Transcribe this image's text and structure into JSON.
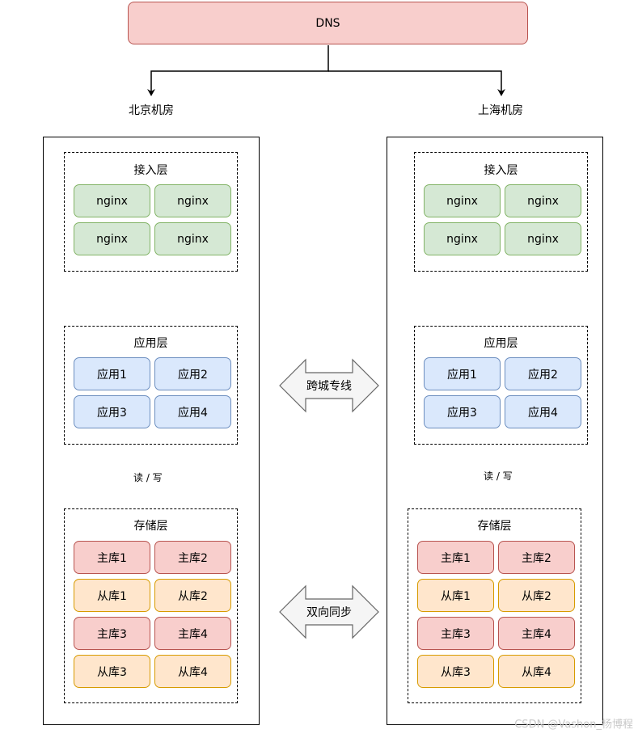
{
  "dns": {
    "label": "DNS"
  },
  "datacenters": [
    {
      "name": "北京机房",
      "access_layer": {
        "title": "接入层",
        "nodes": [
          "nginx",
          "nginx",
          "nginx",
          "nginx"
        ]
      },
      "app_layer": {
        "title": "应用层",
        "nodes": [
          "应用1",
          "应用2",
          "应用3",
          "应用4"
        ]
      },
      "rw_label": "读 / 写",
      "storage_layer": {
        "title": "存储层",
        "nodes": [
          "主库1",
          "主库2",
          "从库1",
          "从库2",
          "主库3",
          "主库4",
          "从库3",
          "从库4"
        ]
      }
    },
    {
      "name": "上海机房",
      "access_layer": {
        "title": "接入层",
        "nodes": [
          "nginx",
          "nginx",
          "nginx",
          "nginx"
        ]
      },
      "app_layer": {
        "title": "应用层",
        "nodes": [
          "应用1",
          "应用2",
          "应用3",
          "应用4"
        ]
      },
      "rw_label": "读 / 写",
      "storage_layer": {
        "title": "存储层",
        "nodes": [
          "主库1",
          "主库2",
          "从库1",
          "从库2",
          "主库3",
          "主库4",
          "从库3",
          "从库4"
        ]
      }
    }
  ],
  "links": {
    "dedicated_line": "跨城专线",
    "bidirectional_sync": "双向同步"
  },
  "watermark": "CSDN @Vashon_杨博程",
  "colors": {
    "dns_fill": "#f8cecc",
    "dns_stroke": "#b85450",
    "nginx_fill": "#d5e8d4",
    "nginx_stroke": "#82b366",
    "app_fill": "#dae8fc",
    "app_stroke": "#6c8ebf",
    "master_fill": "#f8cecc",
    "master_stroke": "#b85450",
    "slave_fill": "#ffe6cc",
    "slave_stroke": "#d79b00",
    "double_arrow_fill": "#f5f5f5",
    "double_arrow_stroke": "#666666"
  }
}
